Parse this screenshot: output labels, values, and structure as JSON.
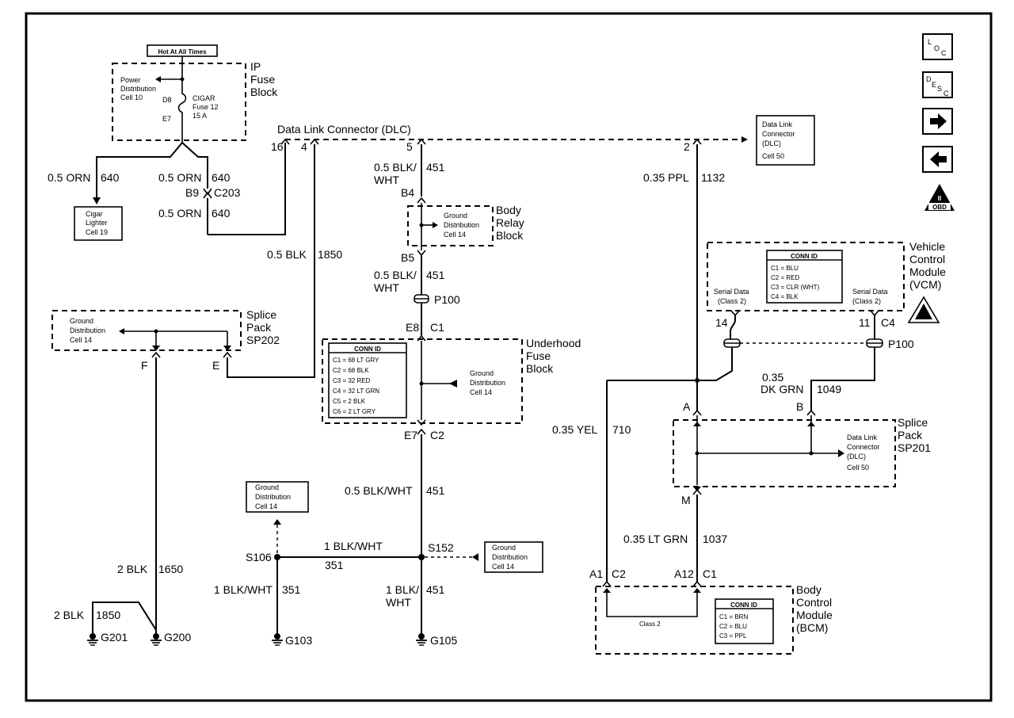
{
  "hot_label": "Hot At All Times",
  "ip_fuse_block": {
    "title": [
      "IP",
      "Fuse",
      "Block"
    ],
    "power_dist": [
      "Power",
      "Distribution",
      "Cell 10"
    ],
    "d8": "D8",
    "e7": "E7",
    "fuse": [
      "CIGAR",
      "Fuse 12",
      "15 A"
    ]
  },
  "dlc": {
    "title": "Data Link Connector (DLC)",
    "pins": [
      "16",
      "4",
      "5",
      "2"
    ],
    "ref": [
      "Data Link",
      "Connector",
      "(DLC)",
      "Cell 50"
    ]
  },
  "cigar_lighter": [
    "Cigar",
    "Lighter",
    "Cell 19"
  ],
  "c203": {
    "b9": "B9",
    "name": "C203"
  },
  "body_relay_block": {
    "title": [
      "Body",
      "Relay",
      "Block"
    ],
    "b4": "B4",
    "b5": "B5",
    "gd": [
      "Ground",
      "Distribution",
      "Cell 14"
    ]
  },
  "splice_sp202": {
    "title": [
      "Splice",
      "Pack",
      "SP202"
    ],
    "gd": [
      "Ground",
      "Distribution",
      "Cell 14"
    ],
    "f": "F",
    "e": "E"
  },
  "underhood": {
    "title": [
      "Underhood",
      "Fuse",
      "Block"
    ],
    "e8": "E8",
    "c1": "C1",
    "e7": "E7",
    "c2": "C2",
    "conn_title": "CONN ID",
    "conn": [
      "C1 = 68 LT GRY",
      "C2 = 68 BLK",
      "C3 = 32 RED",
      "C4 = 32 LT GRN",
      "C5 = 2 BLK",
      "C6 = 2 LT GRY"
    ],
    "gd": [
      "Ground",
      "Distribution",
      "Cell 14"
    ]
  },
  "p100": "P100",
  "vcm": {
    "title": [
      "Vehicle",
      "Control",
      "Module",
      "(VCM)"
    ],
    "conn_title": "CONN ID",
    "conn": [
      "C1 = BLU",
      "C2 = RED",
      "C3 = CLR (WHT)",
      "C4 = BLK"
    ],
    "serial_left": [
      "Serial Data",
      "(Class 2)"
    ],
    "serial_right": [
      "Serial Data",
      "(Class 2)"
    ],
    "pin14": "14",
    "pin11": "11",
    "c4": "C4"
  },
  "splice_sp201": {
    "title": [
      "Splice",
      "Pack",
      "SP201"
    ],
    "a": "A",
    "b": "B",
    "m": "M",
    "ref": [
      "Data Link",
      "Connector",
      "(DLC)",
      "Cell 50"
    ]
  },
  "bcm": {
    "title": [
      "Body",
      "Control",
      "Module",
      "(BCM)"
    ],
    "a1": "A1",
    "c2": "C2",
    "a12": "A12",
    "c1": "C1",
    "class2": "Class 2",
    "conn_title": "CONN ID",
    "conn": [
      "C1 = BRN",
      "C2 = BLU",
      "C3 = PPL"
    ]
  },
  "ground_boxes": {
    "left": [
      "Ground",
      "Distribution",
      "Cell 14"
    ],
    "right": [
      "Ground",
      "Distribution",
      "Cell 14"
    ]
  },
  "splices": {
    "s106": "S106",
    "s152": "S152"
  },
  "grounds": {
    "g201": "G201",
    "g200": "G200",
    "g103": "G103",
    "g105": "G105"
  },
  "wires": {
    "w640a": [
      "0.5 ORN",
      "640"
    ],
    "w640b": [
      "0.5 ORN",
      "640"
    ],
    "w640c": [
      "0.5 ORN",
      "640"
    ],
    "w1850": [
      "0.5 BLK",
      "1850"
    ],
    "w451a": [
      "0.5 BLK/",
      "WHT",
      "451"
    ],
    "w451b": [
      "0.5 BLK/",
      "WHT",
      "451"
    ],
    "w451c": [
      "0.5 BLK/WHT",
      "451"
    ],
    "w451d": [
      "1 BLK/",
      "WHT",
      "451"
    ],
    "w1132": [
      "0.35 PPL",
      "1132"
    ],
    "w1049": [
      "0.35",
      "DK GRN",
      "1049"
    ],
    "w710": [
      "0.35 YEL",
      "710"
    ],
    "w1037": [
      "0.35 LT GRN",
      "1037"
    ],
    "w1650": [
      "2 BLK",
      "1650"
    ],
    "w1850b": [
      "2 BLK",
      "1850"
    ],
    "w351a": [
      "1 BLK/WHT",
      "351"
    ],
    "w351b": [
      "1 BLK/WHT",
      "351"
    ]
  },
  "side_icons": {
    "loc": [
      "L",
      "O",
      "C"
    ],
    "desc": [
      "D",
      "E",
      "S",
      "C"
    ],
    "next": "arrow-right-icon",
    "prev": "arrow-left-icon",
    "obd": [
      "OBD",
      "II"
    ]
  }
}
